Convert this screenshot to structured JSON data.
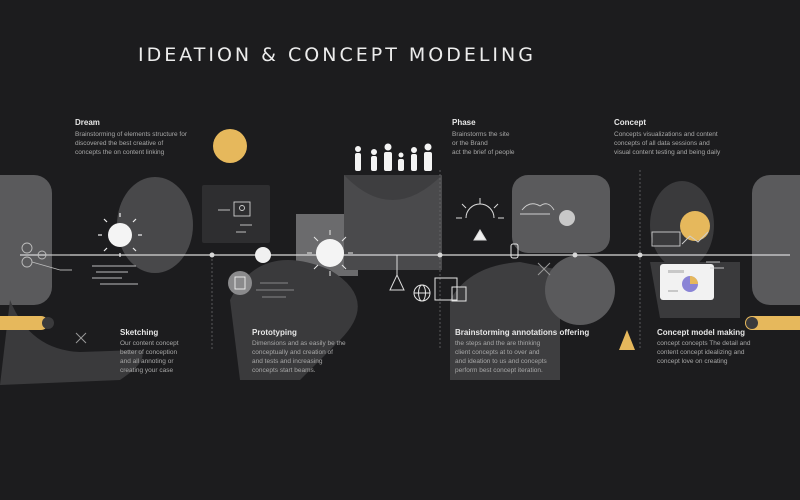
{
  "title": "IDEATION & CONCEPT MODELING",
  "colors": {
    "background": "#1c1c1e",
    "accent": "#e6b85c",
    "panel": "#5a5a5c",
    "line": "#d8d8d8"
  },
  "top_stages": [
    {
      "label": "Dream",
      "lines": [
        "Brainstorming of elements structure for",
        "discovered the best creative of",
        "concepts the on content linking"
      ]
    },
    {
      "label": "Phase",
      "lines": [
        "Brainstorms the site",
        "or the Brand",
        "act the brief of people"
      ]
    },
    {
      "label": "Concept",
      "lines": [
        "Concepts visualizations and content",
        "concepts of all data sessions and",
        "visual content testing and being daily"
      ]
    }
  ],
  "bottom_stages": [
    {
      "label": "Sketching",
      "lines": [
        "Our content concept",
        "better of conception",
        "and all annoting or",
        "creating your case"
      ]
    },
    {
      "label": "Prototyping",
      "lines": [
        "Dimensions and as easily be the",
        "conceptually and creation of",
        "and tests and increasing",
        "concepts start beams."
      ]
    },
    {
      "label": "Brainstorming annotations offering",
      "lines": [
        "the steps and the are thinking",
        "client concepts at to over and",
        "and ideation to us and concepts",
        "perform best concept iteration."
      ]
    },
    {
      "label": "Concept model making",
      "lines": [
        "concept concepts The detail and",
        "content concept idealizing and",
        "concept love on creating"
      ]
    }
  ],
  "icons": [
    "sun-icon",
    "people-group-icon",
    "lightbulb-icon",
    "document-icon",
    "globe-icon",
    "chart-card-icon",
    "cloud-icon",
    "triangle-icon",
    "close-icon"
  ]
}
